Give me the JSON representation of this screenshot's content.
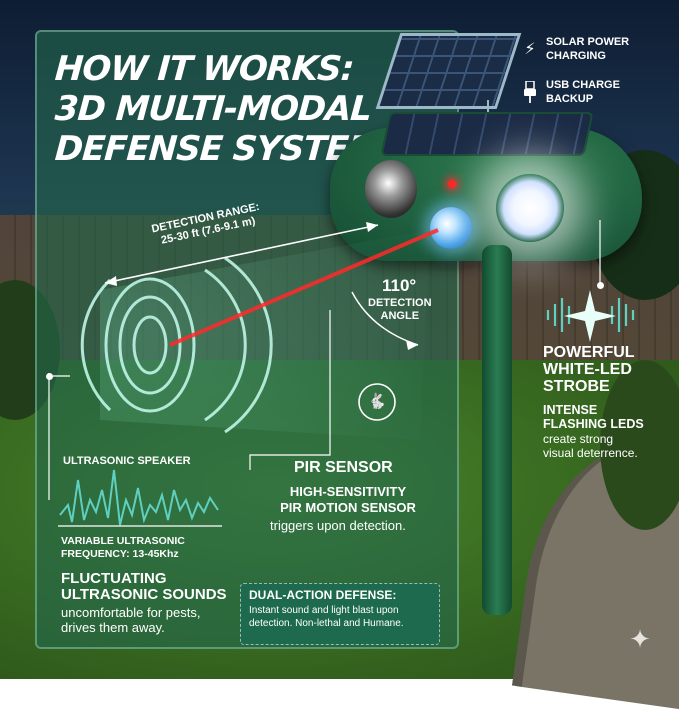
{
  "title": {
    "line1": "HOW IT WORKS:",
    "line2": "3D MULTI-MODAL",
    "line3": "DEFENSE SYSTEM"
  },
  "power": {
    "solar_line1": "SOLAR POWER",
    "solar_line2": "CHARGING",
    "usb_line1": "USB CHARGE",
    "usb_line2": "BACKUP"
  },
  "detection": {
    "range_line1": "DETECTION RANGE:",
    "range_line2": "25-30 ft (7.6-9.1 m)",
    "angle_value": "110°",
    "angle_line1": "DETECTION",
    "angle_line2": "ANGLE"
  },
  "strobe": {
    "title_line1": "POWERFUL",
    "title_line2": "WHITE-LED",
    "title_line3": "STROBE",
    "sub_line1": "INTENSE",
    "sub_line2": "FLASHING LEDS",
    "desc_line1": "create strong",
    "desc_line2": "visual deterrence."
  },
  "pir": {
    "title": "PIR SENSOR",
    "sub_line1": "HIGH-SENSITIVITY",
    "sub_line2": "PIR MOTION SENSOR",
    "desc": "triggers upon detection."
  },
  "ultrasonic": {
    "speaker": "ULTRASONIC SPEAKER",
    "freq_line1": "VARIABLE ULTRASONIC",
    "freq_line2": "FREQUENCY: 13-45Khz",
    "title_line1": "FLUCTUATING",
    "title_line2": "ULTRASONIC SOUNDS",
    "desc_line1": "uncomfortable for pests,",
    "desc_line2": "drives them away."
  },
  "dual": {
    "title": "DUAL-ACTION DEFENSE:",
    "desc_line1": "Instant sound and light blast upon",
    "desc_line2": "detection. Non-lethal and Humane."
  },
  "colors": {
    "panel": "#24684c",
    "accent_green": "#1d6a4e",
    "laser": "#ff2a2a",
    "wave": "#5fd0c0"
  },
  "icons": [
    "lightning-icon",
    "usb-plug-icon",
    "rabbit-icon",
    "sparkle-icon"
  ]
}
